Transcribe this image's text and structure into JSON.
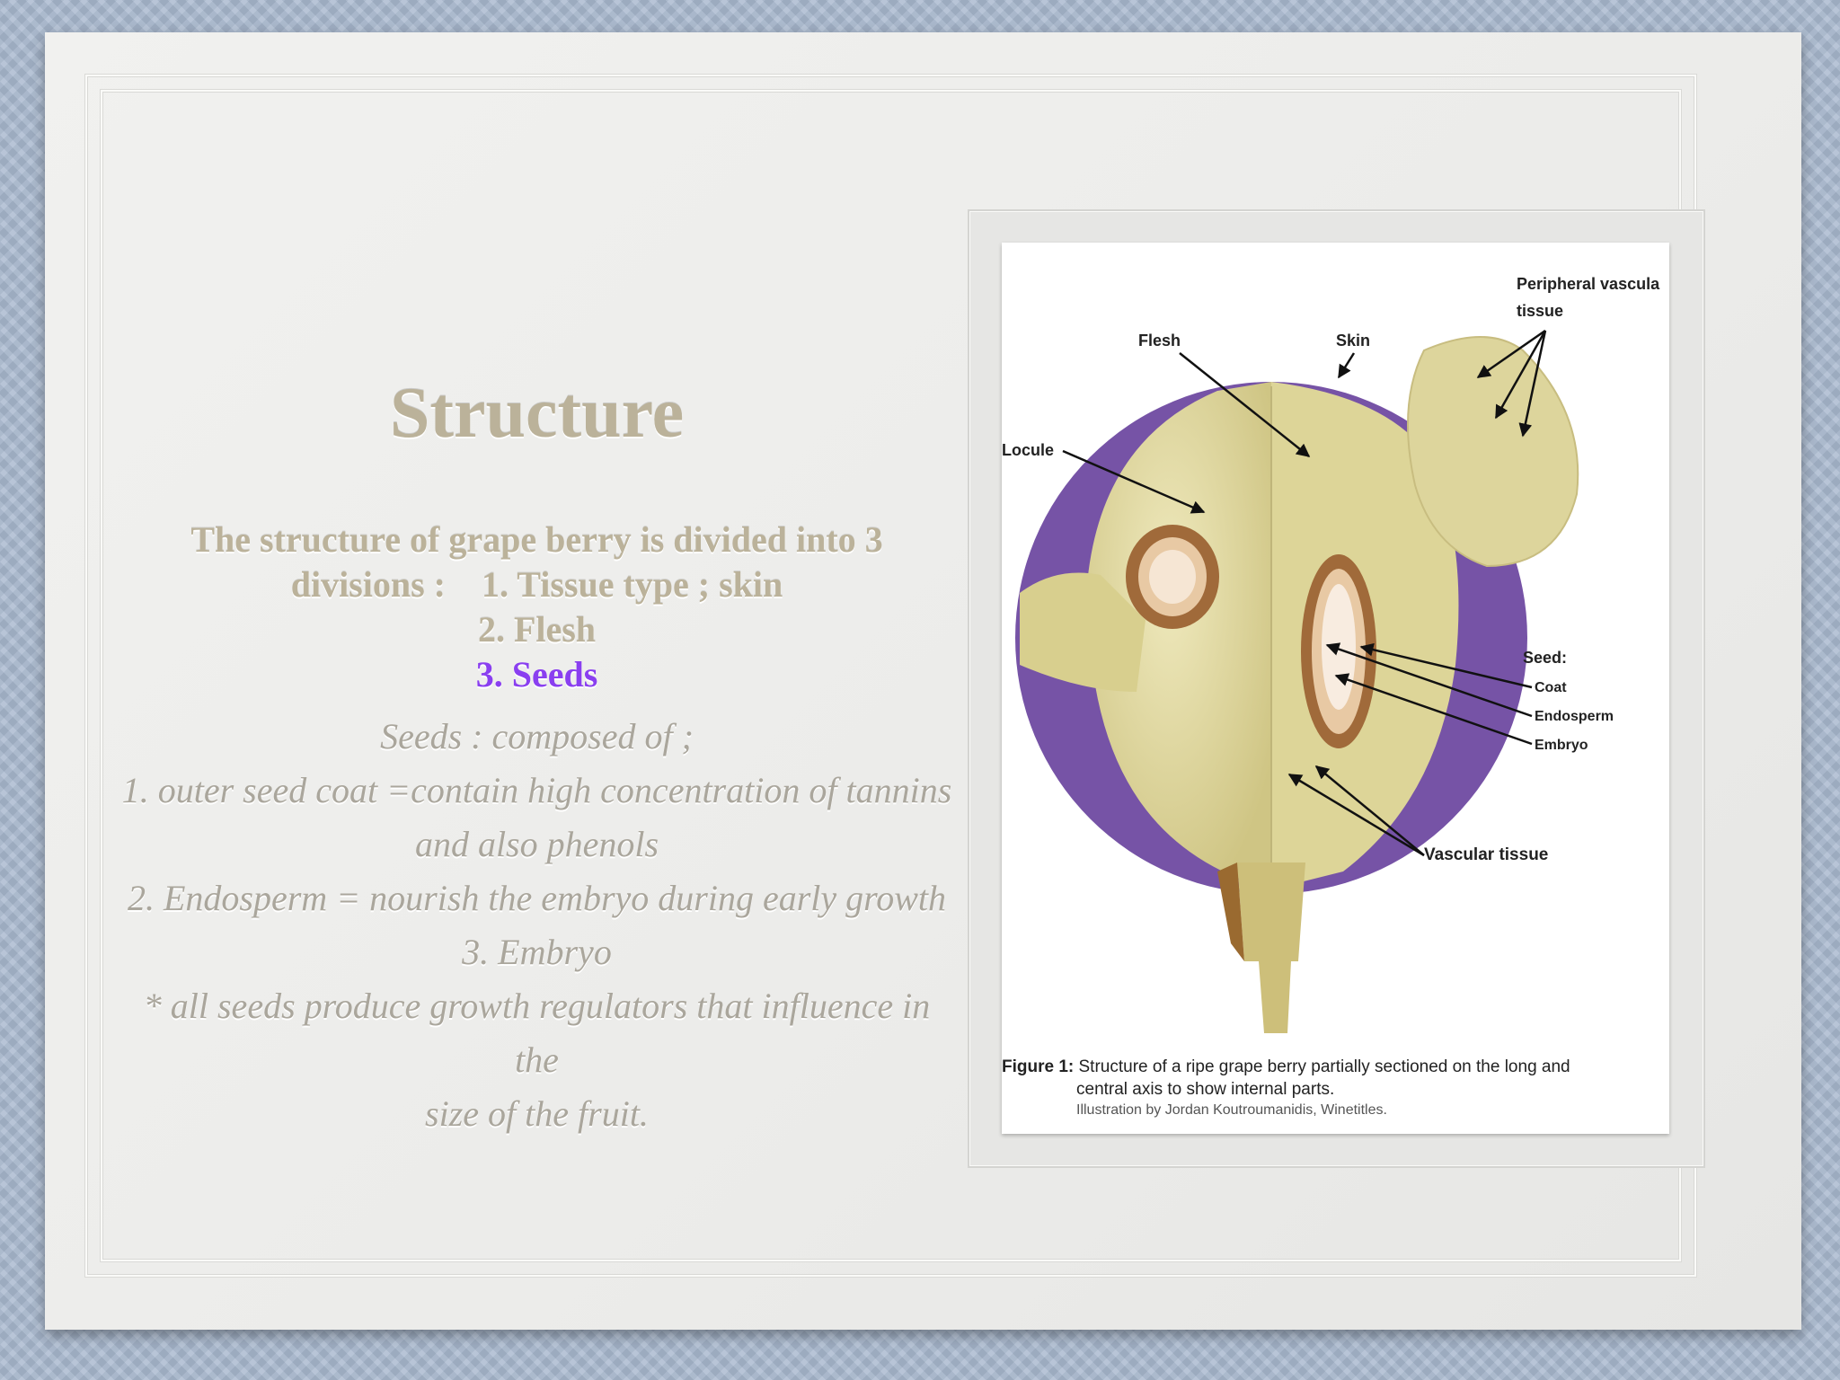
{
  "slide": {
    "title": "Structure",
    "intro": {
      "line1": "The structure of grape berry is divided into 3",
      "line2": "divisions :    1. Tissue type ; skin",
      "line3": "2. Flesh",
      "line4": "3. Seeds",
      "highlight_color": "#8a3ff0"
    },
    "details": [
      "Seeds : composed of ;",
      "1. outer seed coat =contain high concentration of tannins",
      "and also phenols",
      "2. Endosperm = nourish the embryo during early growth",
      "3. Embryo",
      "* all seeds produce growth regulators that influence in the",
      "size of the fruit."
    ]
  },
  "figure": {
    "labels": {
      "peripheral_1": "Peripheral vascula",
      "peripheral_2": "tissue",
      "flesh": "Flesh",
      "skin": "Skin",
      "locule": "Locule",
      "seed": "Seed:",
      "coat": "Coat",
      "endosperm": "Endosperm",
      "embryo": "Embryo",
      "vascular": "Vascular tissue"
    },
    "caption": {
      "prefix": "Figure 1:",
      "line1": " Structure of a ripe grape berry partially sectioned on the long and",
      "line2": "central axis to show internal parts.",
      "credit": "Illustration by Jordan Koutroumanidis, Winetitles."
    },
    "colors": {
      "skin": "#7a5aa8",
      "flesh": "#e3dca0",
      "seed_coat": "#a06a3a",
      "stem": "#cdbf7a"
    }
  }
}
